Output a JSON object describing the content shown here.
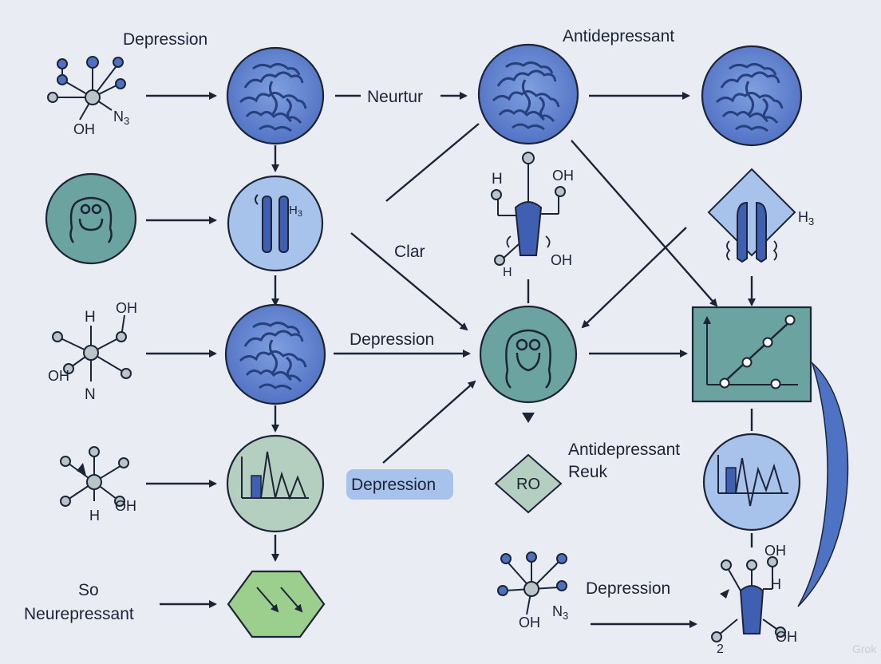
{
  "labels": {
    "depression_top": "Depression",
    "antidepressant_top": "Antidepressant",
    "neurtur": "Neurtur",
    "clar": "Clar",
    "depression_mid": "Depression",
    "depression_badge": "Depression",
    "antidepressant_reuk_1": "Antidepressant",
    "antidepressant_reuk_2": "Reuk",
    "ro": "RO",
    "so": "So",
    "neurepressant": "Neurepressant",
    "depression_bottom": "Depression",
    "watermark": "Grok"
  },
  "atoms": {
    "n3": "N",
    "n3_sub": "3",
    "oh": "OH",
    "h": "H",
    "n": "N",
    "h3": "H",
    "h3_sub": "3",
    "two": "2"
  },
  "colors": {
    "background": "#e9ecf3",
    "brain_fill": "#5b7fcf",
    "brain_dark": "#27407e",
    "light_blue": "#a7c3ec",
    "teal": "#6aa3a0",
    "teal_dark": "#4e8784",
    "sage": "#b4cfbf",
    "green": "#9ccf8e",
    "ink": "#1c2436"
  },
  "icons": [
    "brain-icon",
    "receptor-icon",
    "face-icon",
    "wave-chart-icon",
    "molecule-icon",
    "graph-icon"
  ]
}
